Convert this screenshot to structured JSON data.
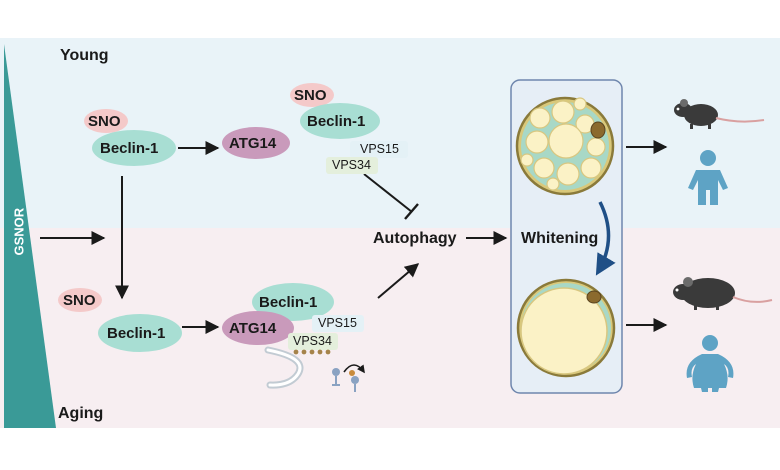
{
  "labels": {
    "young": "Young",
    "aging": "Aging",
    "gsnor": "GSNOR",
    "autophagy": "Autophagy",
    "whitening": "Whitening",
    "sno_top": "SNO",
    "beclin_top": "Beclin-1",
    "atg14_top": "ATG14",
    "sno_complex_top": "SNO",
    "beclin_complex_top": "Beclin-1",
    "vps15_top": "VPS15",
    "vps34_top": "VPS34",
    "sno_bottom": "SNO",
    "beclin_bottom": "Beclin-1",
    "beclin_complex_bottom": "Beclin-1",
    "atg14_complex_bottom": "ATG14",
    "vps15_bottom": "VPS15",
    "vps34_bottom": "VPS34"
  },
  "icons": {
    "young_mouse": "mouse-icon",
    "aged_mouse": "mouse-icon",
    "young_person": "person-icon",
    "aged_person": "person-icon",
    "brown_adipocyte": "multilocular-fat-cell-icon",
    "white_adipocyte": "unilocular-fat-cell-icon",
    "phagophore": "phagophore-membrane-icon"
  },
  "colors": {
    "gsnor_wedge": "#3a9a97",
    "top_band": "#e9f3f8",
    "bottom_band": "#f7eef1",
    "sno": "#f4c9c9",
    "beclin": "#a8ded3",
    "atg14": "#c99abb",
    "vps15": "#e4f1f6",
    "vps34": "#e4efdc",
    "curved_arrow": "#1f4f86",
    "fat_panel_border": "#6f86ad"
  }
}
